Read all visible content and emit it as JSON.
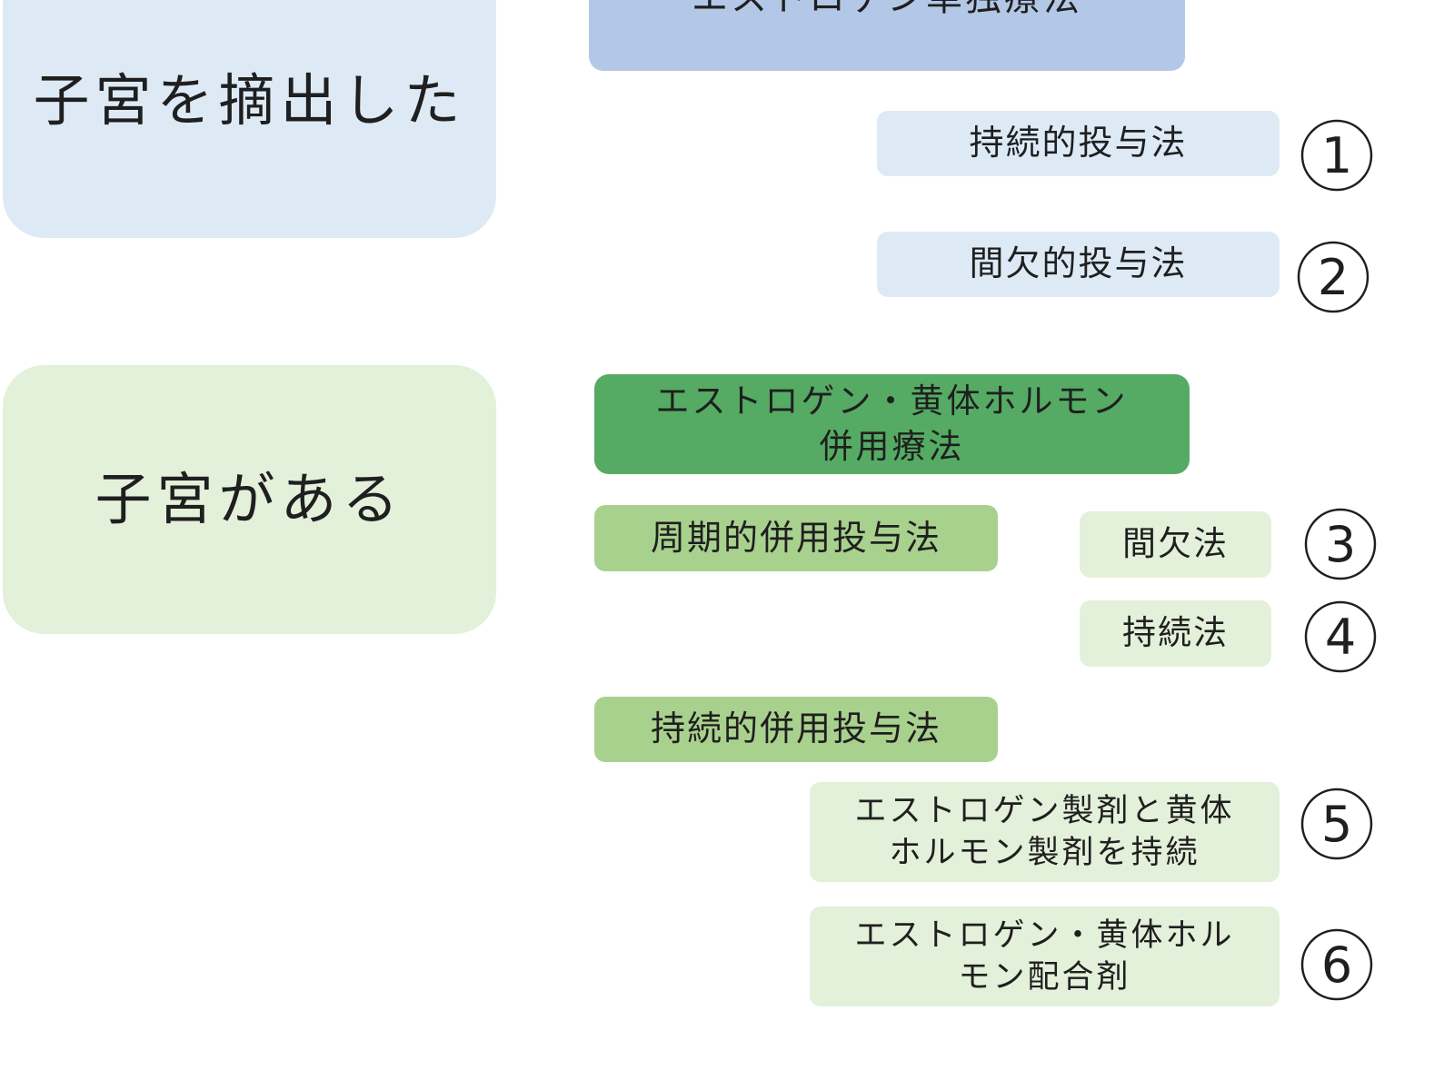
{
  "categories": {
    "hysterectomy": "子宮を摘出した",
    "uterus_present": "子宮がある"
  },
  "estrogen_only": {
    "title": "エストロゲン単独療法",
    "continuous": {
      "label": "持続的投与法",
      "number": "①"
    },
    "intermittent": {
      "label": "間欠的投与法",
      "number": "②"
    }
  },
  "combined": {
    "title_line1": "エストロゲン・黄体ホルモン",
    "title_line2": "併用療法",
    "cyclic": {
      "label": "周期的併用投与法",
      "intermittent": {
        "label": "間欠法",
        "number": "③"
      },
      "continuous": {
        "label": "持続法",
        "number": "④"
      }
    },
    "continuous_combined": {
      "label": "持続的併用投与法",
      "separate": {
        "line1": "エストロゲン製剤と黄体",
        "line2": "ホルモン製剤を持続",
        "number": "⑤"
      },
      "combo": {
        "line1": "エストロゲン・黄体ホル",
        "line2": "モン配合剤",
        "number": "⑥"
      }
    }
  },
  "colors": {
    "blue_category": "#ddeaf6",
    "blue_header": "#b3c7e6",
    "green_category": "#e3f0da",
    "green_header": "#55ab64",
    "green_mid": "#a9d18e"
  }
}
